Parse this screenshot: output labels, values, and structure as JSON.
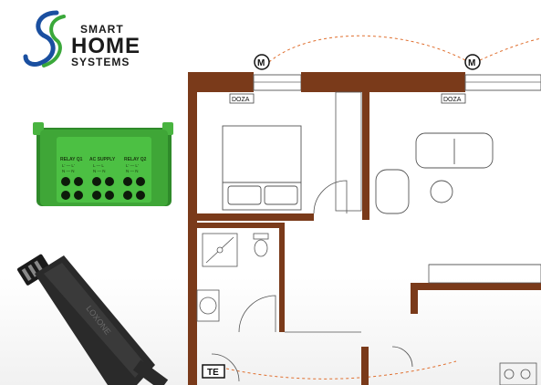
{
  "logo": {
    "line1": "SMART",
    "line2": "HOME",
    "line3": "SYSTEMS"
  },
  "relay_module": {
    "relay1": "RELAY Q1",
    "ac_supply": "AC SUPPLY",
    "relay2": "RELAY Q2",
    "relay1_pins": "L' — L'",
    "relay1_pins2": "N — N",
    "ac_pins": "L — L",
    "ac_pins2": "N — N",
    "relay2_pins": "L' — L'",
    "relay2_pins2": "N — N"
  },
  "cable_label": "LOXONE",
  "plan": {
    "motor_symbol": "M",
    "doza_left": "DOZA",
    "doza_right": "DOZA",
    "te_label": "TE"
  },
  "colors": {
    "wall": "#7a3a1a",
    "wire": "#e07030",
    "module_green": "#3fa637",
    "logo_blue": "#1a4fa0",
    "logo_green": "#3aa83a"
  }
}
